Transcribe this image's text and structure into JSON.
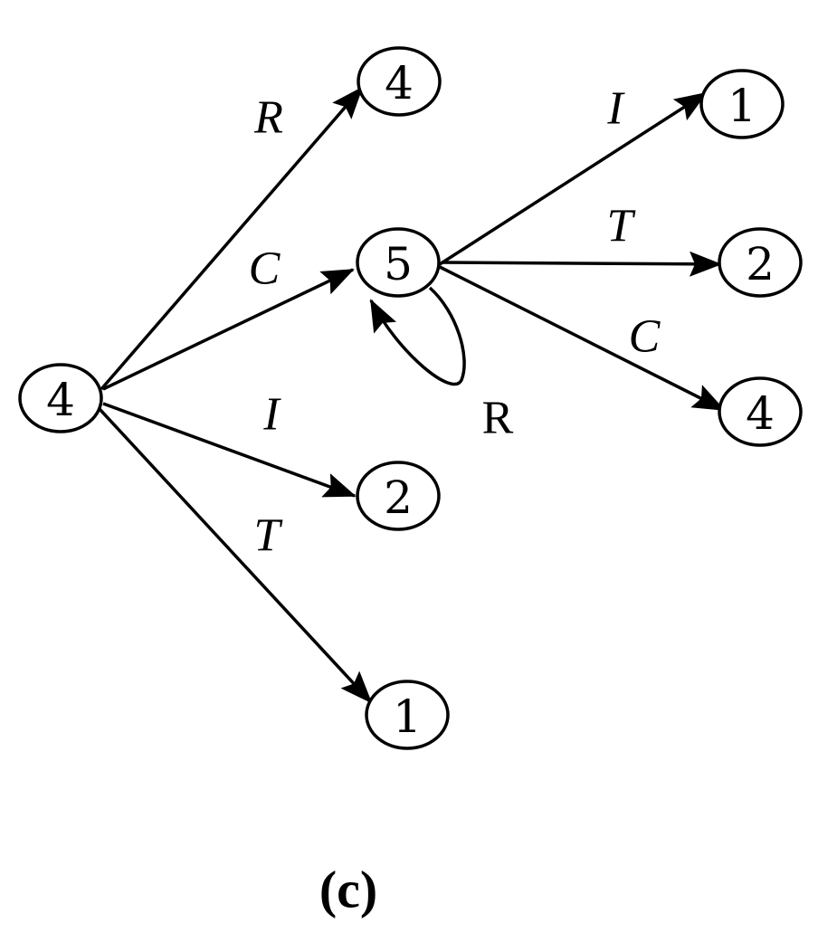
{
  "caption": "(c)",
  "nodes": [
    {
      "id": "root",
      "label": "4"
    },
    {
      "id": "top",
      "label": "4"
    },
    {
      "id": "mid",
      "label": "5"
    },
    {
      "id": "low",
      "label": "2"
    },
    {
      "id": "bottom",
      "label": "1"
    },
    {
      "id": "r1",
      "label": "1"
    },
    {
      "id": "r2",
      "label": "2"
    },
    {
      "id": "r3",
      "label": "4"
    }
  ],
  "edges": [
    {
      "from": "root",
      "to": "top",
      "label": "R"
    },
    {
      "from": "root",
      "to": "mid",
      "label": "C"
    },
    {
      "from": "root",
      "to": "low",
      "label": "I"
    },
    {
      "from": "root",
      "to": "bottom",
      "label": "T"
    },
    {
      "from": "mid",
      "to": "r1",
      "label": "I"
    },
    {
      "from": "mid",
      "to": "r2",
      "label": "T"
    },
    {
      "from": "mid",
      "to": "r3",
      "label": "C"
    }
  ],
  "self_loop": {
    "node": "mid",
    "label": "R"
  }
}
